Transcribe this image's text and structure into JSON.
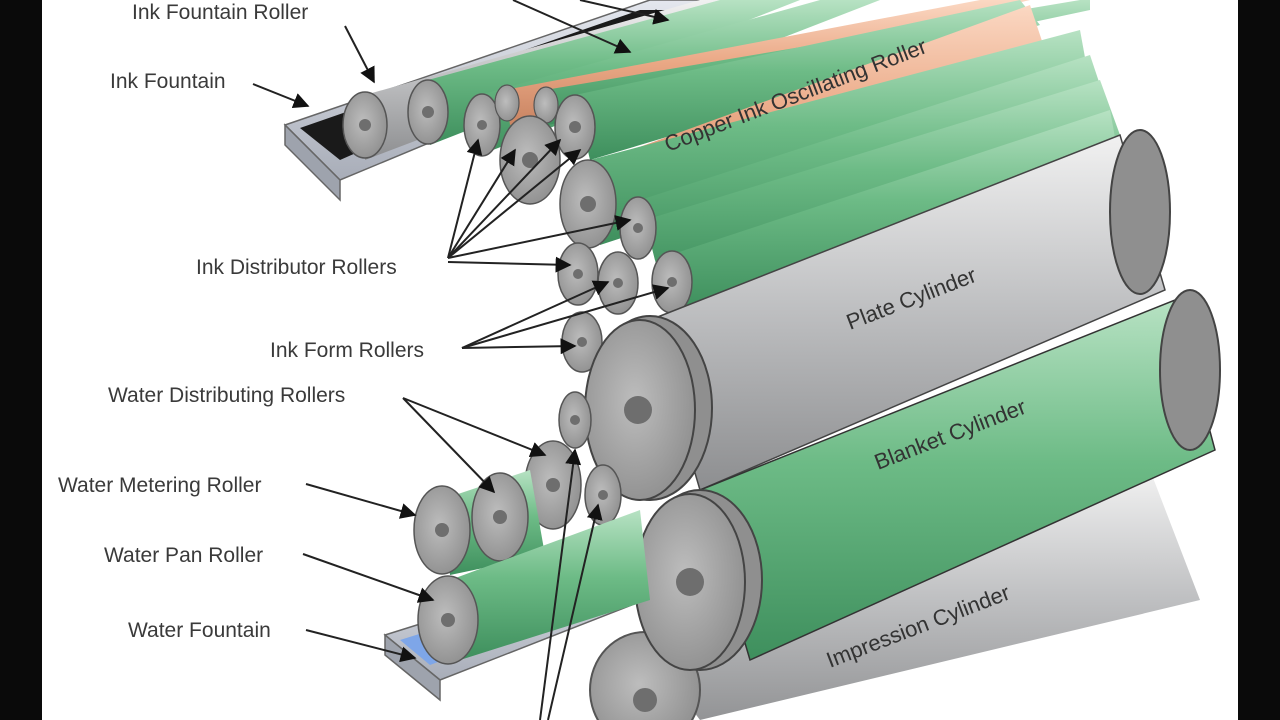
{
  "labels": {
    "ink_fountain_roller": "Ink Fountain Roller",
    "ink_fountain": "Ink Fountain",
    "ink_distributor_rollers": "Ink Distributor Rollers",
    "ink_form_rollers": "Ink Form Rollers",
    "water_distributing_rollers": "Water Distributing Rollers",
    "water_metering_roller": "Water Metering Roller",
    "water_pan_roller": "Water Pan Roller",
    "water_fountain": "Water Fountain"
  },
  "cylinders": {
    "copper_ink_oscillating_roller": "Copper Ink Oscillating Roller",
    "plate_cylinder": "Plate Cylinder",
    "blanket_cylinder": "Blanket Cylinder",
    "impression_cylinder": "Impression Cylinder"
  },
  "colors": {
    "green": "#5fb07a",
    "green_light": "#9ed4ad",
    "copper": "#e9a883",
    "steel": "#b9babc",
    "end_cap": "#9a9a9a",
    "hub": "#6e6e6e",
    "water_blue": "#7ea6e8"
  }
}
